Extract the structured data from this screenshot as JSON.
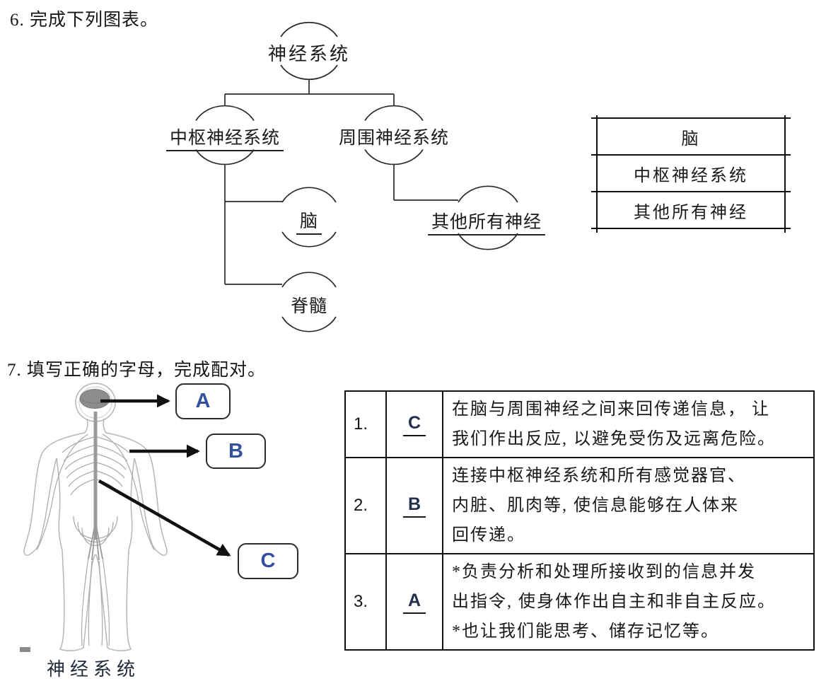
{
  "q6": {
    "title": "6. 完成下列图表。",
    "tree": {
      "root": "神经系统",
      "level2": [
        {
          "label": "中枢神经系统",
          "underline": true
        },
        {
          "label": "周围神经系统",
          "underline": false
        }
      ],
      "central_children": [
        {
          "label": "脑",
          "underline": true
        },
        {
          "label": "脊髓",
          "underline": false
        }
      ],
      "peripheral_children": [
        {
          "label": "其他所有神经",
          "underline": true
        }
      ]
    },
    "word_bank": [
      "脑",
      "中枢神经系统",
      "其他所有神经"
    ]
  },
  "q7": {
    "title": "7. 填写正确的字母，完成配对。",
    "figure": {
      "caption": "神经系统",
      "labels": [
        "A",
        "B",
        "C"
      ]
    },
    "table": {
      "rows": [
        {
          "num": "1.",
          "answer": "C",
          "desc": "在脑与周围神经之间来回传递信息， 让\n我们作出反应, 以避免受伤及远离危险。"
        },
        {
          "num": "2.",
          "answer": "B",
          "desc": "连接中枢神经系统和所有感觉器官、\n内脏、肌肉等, 使信息能够在人体来\n回传递。"
        },
        {
          "num": "3.",
          "answer": "A",
          "desc": "*负责分析和处理所接收到的信息并发\n出指令, 使身体作出自主和非自主反应。\n*也让我们能思考、储存记忆等。"
        }
      ]
    }
  }
}
